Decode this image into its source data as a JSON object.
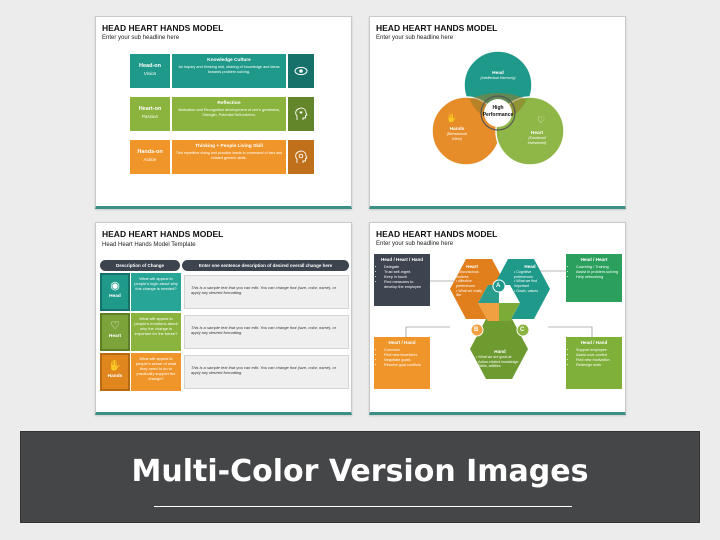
{
  "slide1": {
    "title": "HEAD HEART HANDS MODEL",
    "subtitle": "Enter your sub headline here",
    "rows": [
      {
        "label": "Head-on",
        "sublabel": "Vision",
        "heading": "Knowledge Culture",
        "text": "An inquiry and thinking mid, sharing of knowledge and ideas towards problem solving.",
        "icon": "eye-icon",
        "color": "#1f9a8a",
        "dark": "#15716a"
      },
      {
        "label": "Heart-on",
        "sublabel": "Passion",
        "heading": "Reflection",
        "text": "Motivation and Recognition development of one's greatness, Strength, Potential Self-esteem.",
        "icon": "heart-head-icon",
        "color": "#8ab43e",
        "dark": "#64862a"
      },
      {
        "label": "Hands-on",
        "sublabel": "Action",
        "heading": "Thinking + People Living Skill",
        "text": "This repetitive doing and practice leads to command of tact and related generic skills.",
        "icon": "gear-head-icon",
        "color": "#f0952a",
        "dark": "#c0701a"
      }
    ]
  },
  "slide2": {
    "title": "HEAD HEART HANDS MODEL",
    "subtitle": "Enter your sub headline here",
    "head": {
      "label": "Head",
      "sub": "(Intellectual Harmony)"
    },
    "hands": {
      "label": "Hands",
      "sub": "(Behavioural Effort)"
    },
    "heart": {
      "label": "Heart",
      "sub": "(Emotional Investment)"
    },
    "center": "High Performance"
  },
  "slide3": {
    "title": "HEAD HEART HANDS MODEL",
    "subtitle": "Head Heart Hands Model Template",
    "col1": "Description of Change",
    "col2": "Enter one sentence description of desired overall change here",
    "rows": [
      {
        "name": "Head",
        "question": "What will appeal to people's logic about why this change is needed?",
        "text": "This is a sample text that you can edit. You can change font (size, color, name), or apply any desired formatting.",
        "color": "#1f9a8a",
        "qcolor": "#27a596"
      },
      {
        "name": "Heart",
        "question": "What will appeal to people's emotions about why the change is important for the future?",
        "text": "This is a sample text that you can edit. You can change font (size, color, name), or apply any desired formatting.",
        "color": "#7ca33a",
        "qcolor": "#8ab43e"
      },
      {
        "name": "Hands",
        "question": "What will appeal to people's sense of what they need to do to practically support the change?",
        "text": "This is a sample text that you can edit. You can change font (size, color, name), or apply any desired formatting.",
        "color": "#e0861f",
        "qcolor": "#f0952a"
      }
    ]
  },
  "slide4": {
    "title": "HEAD HEART HANDS MODEL",
    "subtitle": "Enter your sub headline here",
    "boxes": {
      "top_left": {
        "title": "Head / Heart / Hand",
        "items": [
          "Delegate",
          "Trust self-mgmt.",
          "Keep in touch",
          "Find measures to develop the employee"
        ]
      },
      "top_right": {
        "title": "Head / Heart",
        "items": [
          "Coaching / Training",
          "Assist in problem-solving",
          "Help networking"
        ]
      },
      "bottom_left": {
        "title": "Heart / Hand",
        "items": [
          "Convince",
          "Find new incentives",
          "Negotiate goals",
          "Resolve goal conflicts"
        ]
      },
      "bottom_right": {
        "title": "Head / Hand",
        "items": [
          "Support employee",
          "Assist over-control",
          "Find new motivation",
          "Redesign work"
        ]
      }
    },
    "heart": {
      "label": "Heart",
      "items": [
        "Unconscious motives",
        "Affective preferences",
        "What we really like"
      ]
    },
    "head": {
      "label": "Head",
      "items": [
        "Cognitive preferences",
        "What we find important",
        "Goals, values"
      ]
    },
    "hand": {
      "label": "Hand",
      "items": [
        "What we are good at",
        "Action-related knowledge",
        "Skills, abilities"
      ]
    },
    "markers": [
      "A",
      "B",
      "C"
    ]
  },
  "banner": {
    "title": "Multi-Color Version Images"
  }
}
